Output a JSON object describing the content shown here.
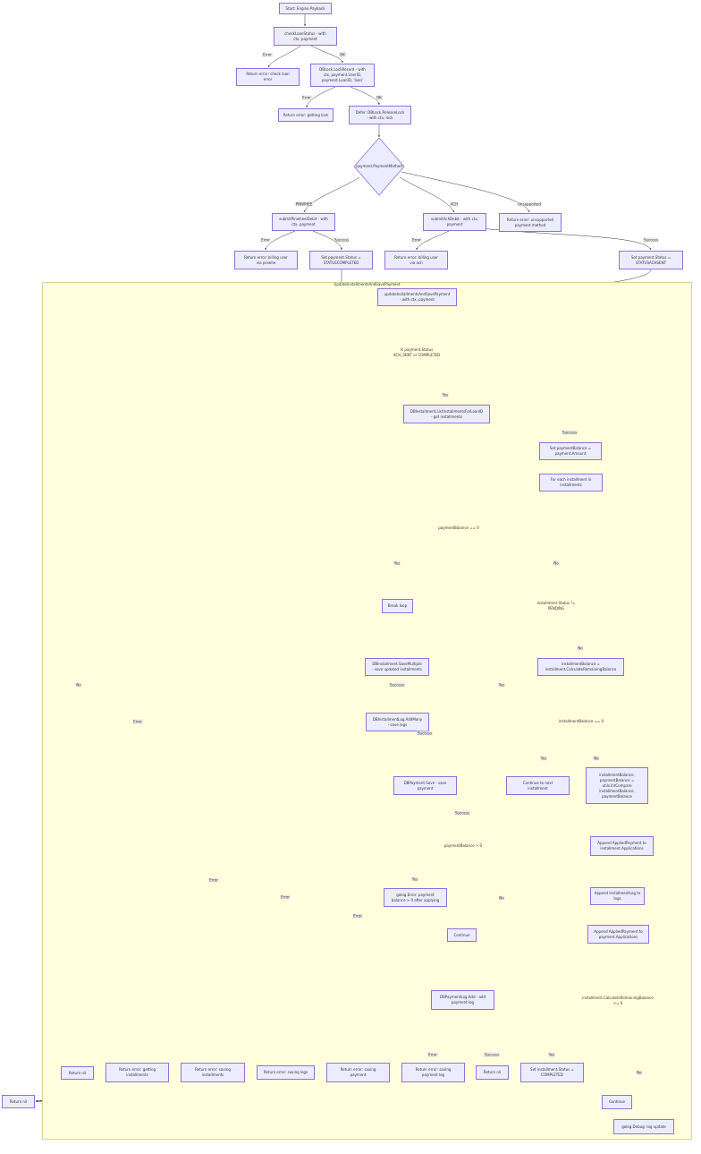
{
  "colors": {
    "node_fill": "#ececff",
    "node_border": "#9370db",
    "subgraph_fill": "#ffffde",
    "subgraph_border": "#d6d59a",
    "edge": "#333333"
  },
  "subgraph": {
    "title": "UpdateInstallmentsAndSavePayment"
  },
  "nodes": {
    "start": "Start: Engine Payback",
    "check_loan": "checkLoanStatus - with\nctx, payment",
    "err_check_loan": "Return error: check loan\nerror",
    "lock": "DBLock.LockRecord - with\nctx, payment.UserID,\npayment.LoanID, 'loan'",
    "err_lock": "Return error: getting lock",
    "defer_release": "Defer: DBLock.ReleaseLock\n- with ctx, lock",
    "payment_method": "payment.PaymentMethod",
    "submit_pinwheel": "submitPinwheelDebit - with\nctx, payment",
    "submit_ach": "submitAchDebit - with ctx,\npayment",
    "err_unsupported": "Return error: unsupported\npayment method",
    "err_billing_pinwheel": "Return error: billing user\nvia pinwhe",
    "set_completed": "Set payment.Status =\nSTATUSCOMPLETED",
    "err_billing_ach": "Return error: billing user\nvia ach",
    "set_achsent": "Set payment.Status =\nSTATUSACHSENT",
    "update_installments": "updateInstallmentsAndSavePayment\n- with ctx, payment",
    "is_status": "Is payment.Status\nACH_SENT or COMPLETED",
    "list_installments": "DBInstallment.ListInstallmentsForLoanID\n- get installments",
    "set_balance": "Set paymentBalance =\npayment.Amount",
    "for_each": "For each installment in\ninstallments",
    "balance_zero": "paymentBalance == 0",
    "inst_pending": "installment.Status !=\nPENDING",
    "break_loop": "Break loop",
    "calc_remaining": "installmentBalance =\ninstallment.CalculateRemainingBalance",
    "inst_balance_zero": "installmentBalance == 0",
    "save_multiple": "DBInstallment.SaveMultiple\n- save updated installments",
    "continue_next": "Continue to next\ninstallment",
    "compare": "installmentBalance,\npaymentBalance =\nutils.IntCompare\ninstallmentBalance,\npaymentBalance",
    "add_many": "DBInstallmentLog.AddMany\n- save logs",
    "append_applied1": "Append AppliedPayment to\ninstallment.Applications",
    "payment_save": "DBPayment.Save - save\npayment",
    "append_log": "Append InstallmentLog to\nlogs",
    "balance_gt": "paymentBalance > 0",
    "append_applied2": "Append AppliedPayment to\npayment.Applications",
    "golog_error": "golog.Error: payment\nbalance > 0 after applying",
    "continue_mid": "Continue",
    "remaining_le": "installment.CalculateRemainingBalance\n<= 0",
    "payment_log_add": "DBPaymentLog.Add - add\npayment log",
    "ret_nil_inner": "Return nil",
    "err_get_inst": "Return error: getting\ninstallments",
    "err_save_inst": "Return error: saving\ninstallments",
    "err_save_logs": "Return error: saving logs",
    "err_save_payment": "Return error: saving\npayment",
    "err_save_plog": "Return error: saving\npayment log",
    "ret_nil2": "Return nil",
    "set_inst_completed": "Set installment.Status =\nCOMPLETED",
    "continue_right": "Continue",
    "golog_debug": "golog.Debug: log update",
    "ret_nil_outer": "Return nil"
  },
  "edge_labels": {
    "error": "Error",
    "ok": "OK",
    "success": "Success",
    "yes": "Yes",
    "no": "No",
    "pinwheel": "PINWHEE",
    "ach": "ACH",
    "unsupported": "Unsupported"
  }
}
